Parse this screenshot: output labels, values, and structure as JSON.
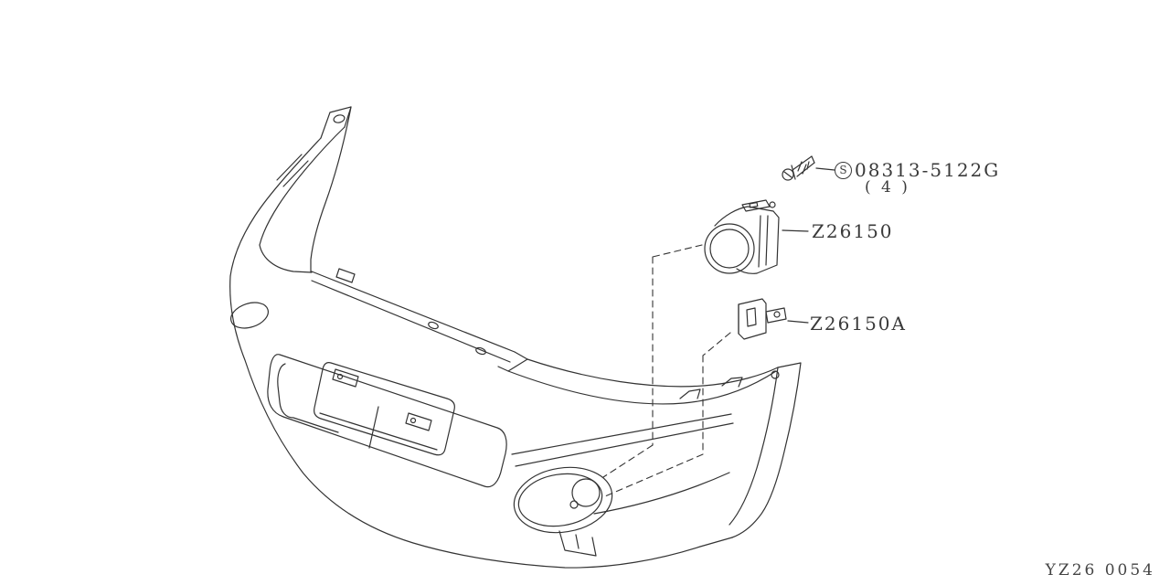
{
  "diagram": {
    "sheet_code": "YZ26 0054",
    "line_color": "#333333",
    "background_color": "#ffffff",
    "description": "Front bumper fog lamp parts diagram"
  },
  "callouts": {
    "screw": {
      "symbol": "S",
      "part_number": "08313-5122G",
      "quantity": "( 4 )"
    },
    "fog_lamp": {
      "part_number": "Z26150"
    },
    "bracket": {
      "part_number": "Z26150A"
    }
  },
  "icons": {
    "circled_s": "circle-s-icon",
    "screw": "screw-icon"
  }
}
